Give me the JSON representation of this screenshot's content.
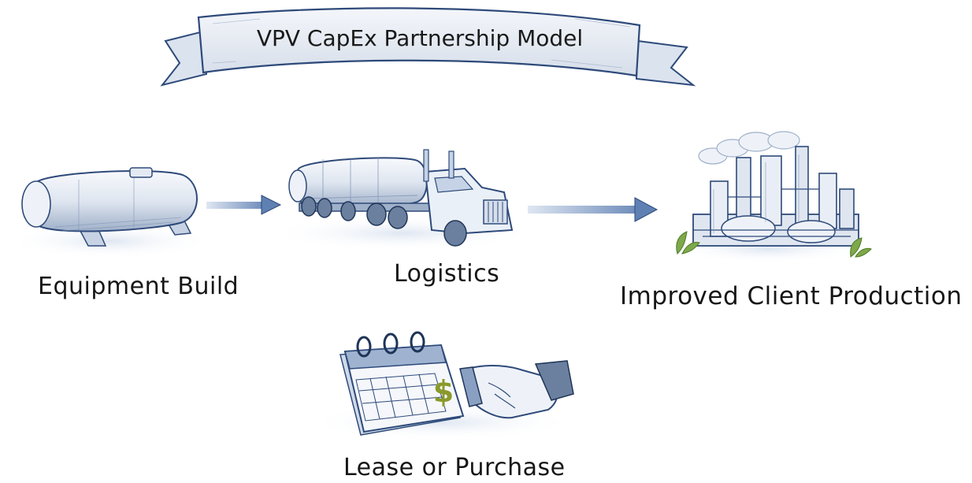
{
  "title": "VPV CapEx Partnership Model",
  "steps": {
    "equipment": {
      "label": "Equipment Build",
      "icon": "storage-tank-icon"
    },
    "logistics": {
      "label": "Logistics",
      "icon": "tanker-truck-icon"
    },
    "production": {
      "label": "Improved Client Production",
      "icon": "industrial-plant-icon"
    },
    "lease": {
      "label": "Lease or Purchase",
      "icon": "calendar-handshake-icon",
      "symbol": "$"
    }
  },
  "colors": {
    "ink": "#2e4a7a",
    "shade": "#aebdd6",
    "light": "#dfe7f3",
    "arrow": "#6f8dbb",
    "dollar": "#8a9a2a",
    "leaf": "#7ea84a"
  }
}
